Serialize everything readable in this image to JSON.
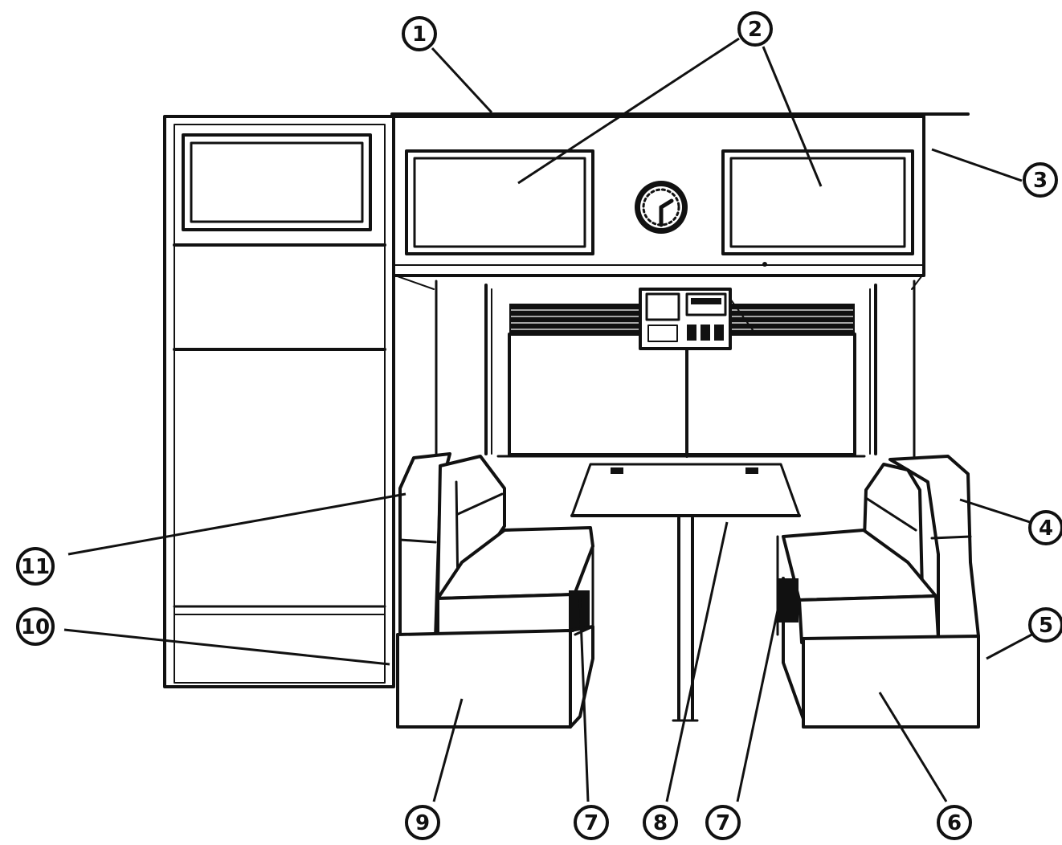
{
  "callouts": [
    {
      "id": "1",
      "label": "1"
    },
    {
      "id": "2",
      "label": "2"
    },
    {
      "id": "3",
      "label": "3"
    },
    {
      "id": "4",
      "label": "4"
    },
    {
      "id": "5",
      "label": "5"
    },
    {
      "id": "6",
      "label": "6"
    },
    {
      "id": "7a",
      "label": "7"
    },
    {
      "id": "8",
      "label": "8"
    },
    {
      "id": "7b",
      "label": "7"
    },
    {
      "id": "9",
      "label": "9"
    },
    {
      "id": "10",
      "label": "10"
    },
    {
      "id": "11",
      "label": "11"
    }
  ],
  "colors": {
    "ink": "#111111",
    "paper": "#ffffff"
  }
}
